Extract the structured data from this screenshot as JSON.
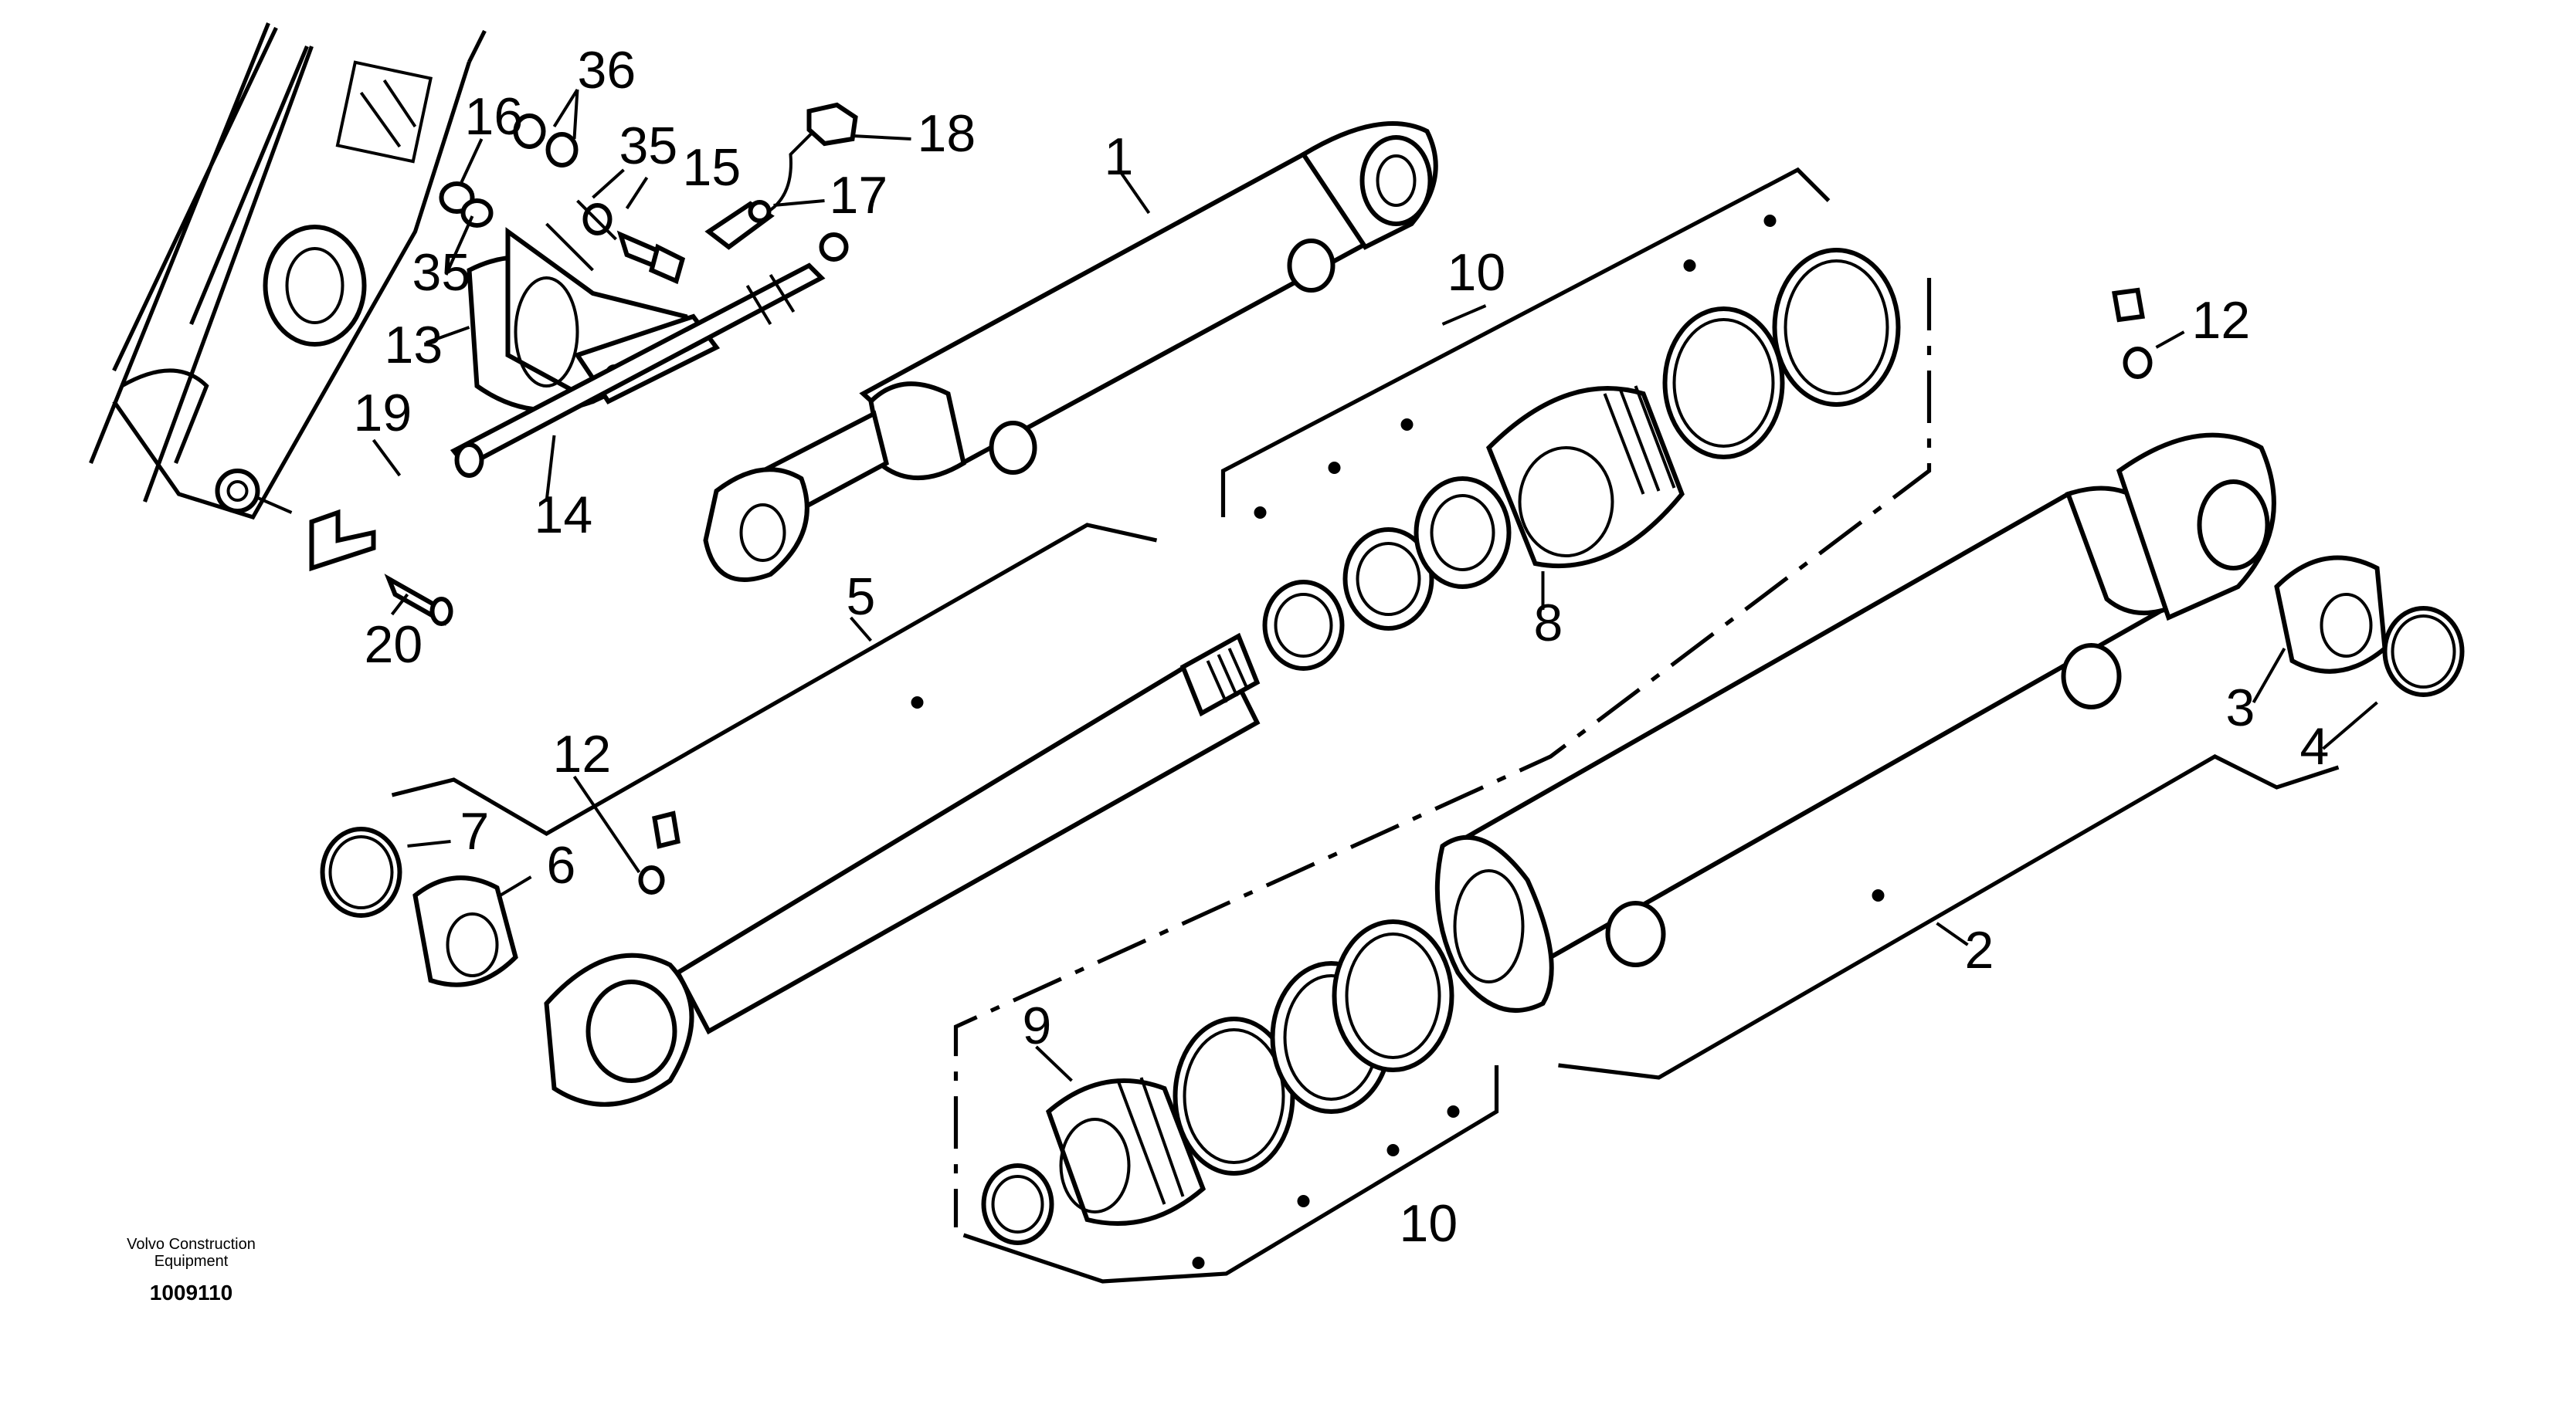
{
  "callouts": {
    "c1": "1",
    "c2": "2",
    "c3": "3",
    "c4": "4",
    "c5": "5",
    "c6": "6",
    "c7": "7",
    "c8": "8",
    "c9": "9",
    "c10a": "10",
    "c10b": "10",
    "c12a": "12",
    "c12b": "12",
    "c13": "13",
    "c14": "14",
    "c15": "15",
    "c16": "16",
    "c17": "17",
    "c18": "18",
    "c19": "19",
    "c20": "20",
    "c35a": "35",
    "c35b": "35",
    "c36": "36"
  },
  "footer": {
    "brand_line1": "Volvo Construction",
    "brand_line2": "Equipment",
    "drawing_number": "1009110"
  }
}
